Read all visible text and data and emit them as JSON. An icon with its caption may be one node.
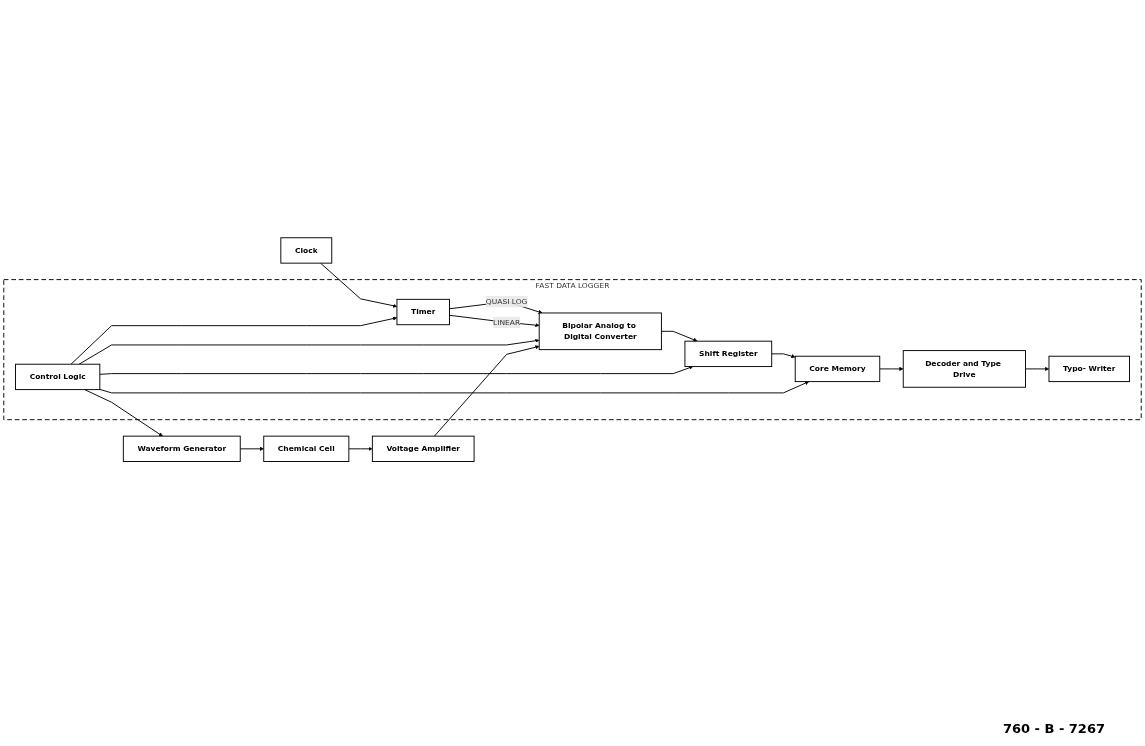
{
  "diagram": {
    "nodes": [
      {
        "text": [
          "Clock"
        ]
      },
      {
        "text": [
          "FAST DATA LOGGER"
        ]
      },
      {
        "text": [
          "Timer"
        ],
        "in": 1
      },
      {
        "text": [
          "Bipolar Analog to Digital Converter"
        ],
        "in": 1
      },
      {
        "text": [
          "Shift Register"
        ],
        "in": 1
      },
      {
        "text": [
          "Core Memory"
        ],
        "in": 1
      },
      {
        "text": [
          "Decoder and Type Drive"
        ],
        "in": 1
      },
      {
        "text": [
          "Control Logic"
        ],
        "in": 1
      },
      {
        "text": [
          "Typo- Writer"
        ],
        "in": 1
      },
      {
        "text": [
          "Waveform Generator"
        ]
      },
      {
        "text": [
          "Chemical Cell"
        ]
      },
      {
        "text": [
          "Voltage Amplifier"
        ]
      }
    ],
    "edges": [
      {
        "from": 0,
        "to": 2,
        "arrow": "to"
      },
      {
        "from": 2,
        "to": 3,
        "arrow": "to",
        "label": "QUASI LOG"
      },
      {
        "from": 2,
        "to": 3,
        "arrow": "to",
        "label": "LINEAR"
      },
      {
        "from": 3,
        "to": 4,
        "arrow": "to"
      },
      {
        "from": 4,
        "to": 5,
        "arrow": "to"
      },
      {
        "from": 5,
        "to": 6,
        "arrow": "to"
      },
      {
        "from": 6,
        "to": 8,
        "arrow": "to"
      },
      {
        "from": 7,
        "to": 2,
        "arrow": "to"
      },
      {
        "from": 7,
        "to": 3,
        "arrow": "to"
      },
      {
        "from": 7,
        "to": 4,
        "arrow": "to"
      },
      {
        "from": 7,
        "to": 5,
        "arrow": "to"
      },
      {
        "from": 7,
        "to": 9,
        "arrow": "to"
      },
      {
        "from": 9,
        "to": 10,
        "arrow": "to"
      },
      {
        "from": 10,
        "to": 11,
        "arrow": "to"
      },
      {
        "from": 11,
        "to": 3,
        "arrow": "to"
      }
    ],
    "labels": [
      "760 - B - 7267"
    ]
  }
}
